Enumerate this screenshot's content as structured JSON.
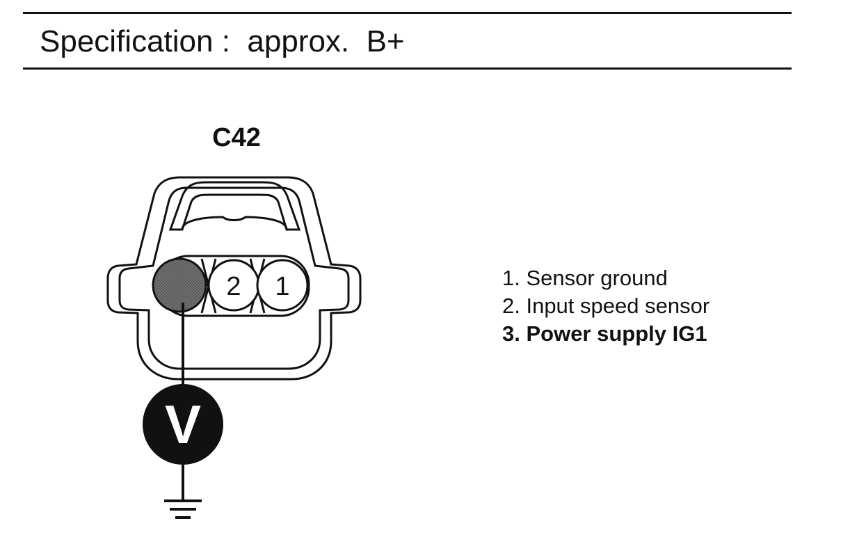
{
  "specification": "Specification :  approx.  B+",
  "connector": {
    "id": "C42",
    "pins": [
      {
        "number": "1",
        "label": "1. Sensor ground",
        "tested": false
      },
      {
        "number": "2",
        "label": "2. Input speed sensor",
        "tested": false
      },
      {
        "number": "3",
        "label": "3. Power supply IG1",
        "tested": true
      }
    ]
  },
  "meter": {
    "symbol": "V",
    "icon": "voltmeter-icon"
  },
  "ground": {
    "icon": "ground-icon"
  },
  "colors": {
    "ink": "#111111",
    "highlight_pin": "#6e6e6e",
    "background": "#ffffff"
  }
}
